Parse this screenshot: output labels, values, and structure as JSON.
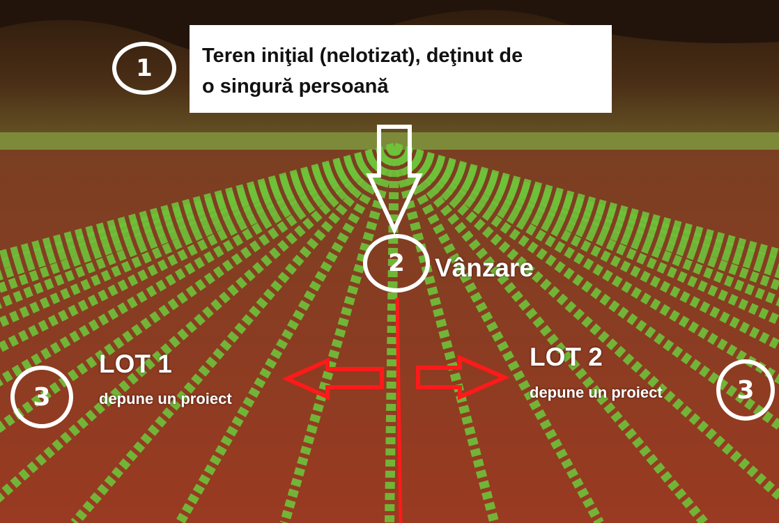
{
  "callout": {
    "line1": "Teren iniţial (nelotizat), deţinut de",
    "line2": "o singură persoană"
  },
  "markers": {
    "one": "1",
    "two": "2",
    "three_left": "3",
    "three_right": "3"
  },
  "labels": {
    "sale": "Vânzare",
    "lot1": "LOT 1",
    "lot1_note": "depune un proiect",
    "lot2": "LOT 2",
    "lot2_note": "depune un proiect"
  },
  "colors": {
    "arrow": "#ff1a1a",
    "soil": "#8a3a22",
    "crop": "#6fc23a",
    "sky_hill": "#3b2a16"
  }
}
